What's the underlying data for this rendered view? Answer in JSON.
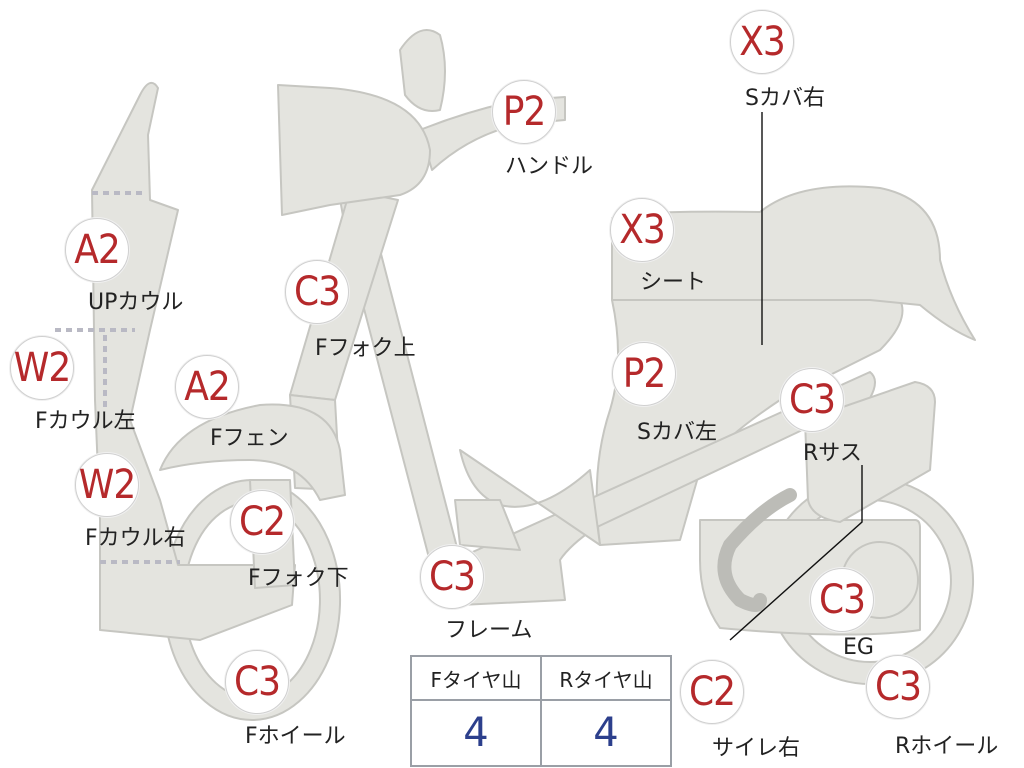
{
  "parts": [
    {
      "id": "up-cowl",
      "grade": "A2",
      "label": "UPカウル"
    },
    {
      "id": "f-cowl-left",
      "grade": "W2",
      "label": "Fカウル左"
    },
    {
      "id": "f-cowl-right",
      "grade": "W2",
      "label": "Fカウル右"
    },
    {
      "id": "f-fender",
      "grade": "A2",
      "label": "Fフェン"
    },
    {
      "id": "f-fork-upper",
      "grade": "C3",
      "label": "Fフォク上"
    },
    {
      "id": "f-fork-lower",
      "grade": "C2",
      "label": "Fフォク下"
    },
    {
      "id": "f-wheel",
      "grade": "C3",
      "label": "Fホイール"
    },
    {
      "id": "handle",
      "grade": "P2",
      "label": "ハンドル"
    },
    {
      "id": "s-cover-right",
      "grade": "X3",
      "label": "Sカバ右"
    },
    {
      "id": "seat",
      "grade": "X3",
      "label": "シート"
    },
    {
      "id": "s-cover-left",
      "grade": "P2",
      "label": "Sカバ左"
    },
    {
      "id": "r-suspension",
      "grade": "C3",
      "label": "Rサス"
    },
    {
      "id": "frame",
      "grade": "C3",
      "label": "フレーム"
    },
    {
      "id": "engine",
      "grade": "C3",
      "label": "EG"
    },
    {
      "id": "muffler-right",
      "grade": "C2",
      "label": "サイレ右"
    },
    {
      "id": "r-wheel",
      "grade": "C3",
      "label": "Rホイール"
    }
  ],
  "tire_table": {
    "headers": [
      "Fタイヤ山",
      "Rタイヤ山"
    ],
    "values": [
      "4",
      "4"
    ]
  },
  "colors": {
    "grade_text": "#b5292b",
    "table_value": "#2c3f8c",
    "part_fill": "#e4e4df",
    "part_stroke": "#c7c7c2"
  }
}
